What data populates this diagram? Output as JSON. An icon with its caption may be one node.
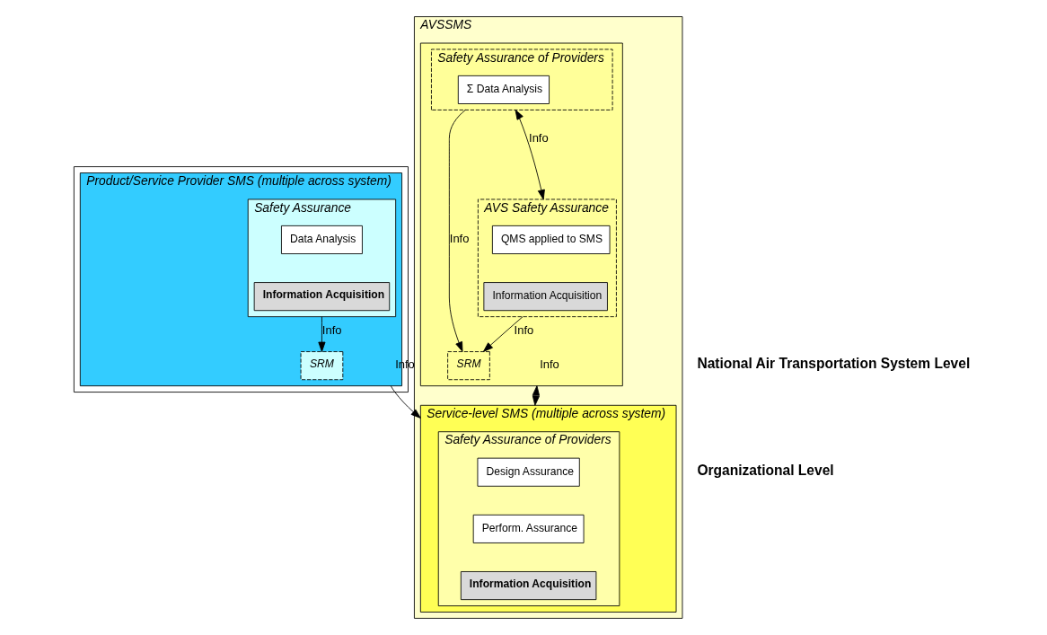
{
  "diagram": {
    "nodes": [
      {
        "text": [
          "AVSSMS"
        ]
      },
      {
        "text": [],
        "shape": "box",
        "in": 0
      },
      {
        "text": [
          "SRM"
        ],
        "in": 1
      },
      {
        "text": [
          "Safety Assurance of Providers"
        ],
        "in": 1
      },
      {
        "text": [
          "Σ Data Analysis"
        ],
        "in": 3
      },
      {
        "text": [
          "AVS Safety Assurance"
        ],
        "in": 1
      },
      {
        "text": [
          "QMS applied to SMS"
        ],
        "in": 5
      },
      {
        "text": [
          "Information Acquisition"
        ],
        "in": 5
      },
      {
        "text": [],
        "shape": "box"
      },
      {
        "text": [
          "Service-level SMS (multiple across system)"
        ],
        "in": 0
      },
      {
        "text": [
          "Safety Assurance of Providers"
        ],
        "in": 9
      },
      {
        "text": [
          "Design Assurance"
        ],
        "in": 10
      },
      {
        "text": [
          "Perform. Assurance"
        ],
        "in": 10
      },
      {
        "text": [
          "Information Acquisition"
        ],
        "in": 10
      },
      {
        "text": [
          "Product/Service Provider SMS (multiple across system)"
        ],
        "in": 8
      },
      {
        "text": [
          "SRM"
        ],
        "in": 14
      },
      {
        "text": [
          "Safety Assurance"
        ],
        "in": 14
      },
      {
        "text": [
          "Data Analysis"
        ],
        "in": 16
      },
      {
        "text": [
          "Information Acquisition"
        ],
        "in": 16
      }
    ],
    "edges": [
      {
        "from": 3,
        "to": 2,
        "arrow": "to",
        "label": "Info"
      },
      {
        "from": 3,
        "to": 5,
        "arrow": "both",
        "label": "Info"
      },
      {
        "from": 5,
        "to": 2,
        "arrow": "to",
        "label": "Info"
      },
      {
        "from": 1,
        "to": 9,
        "arrow": "both",
        "label": "Info"
      },
      {
        "from": 14,
        "to": 9,
        "arrow": "to",
        "label": "Info"
      },
      {
        "from": 16,
        "to": 15,
        "arrow": "to",
        "label": "Info"
      }
    ],
    "labels": [
      "National Air Transportation System Level",
      "Organizational Level"
    ]
  }
}
